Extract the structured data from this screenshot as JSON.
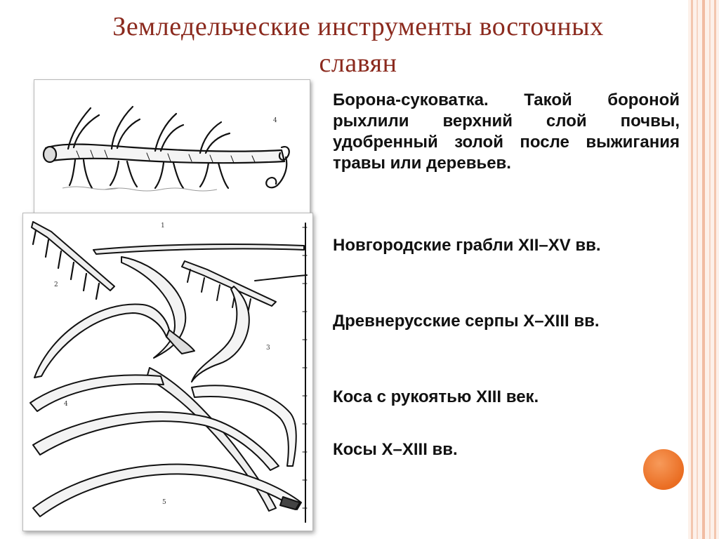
{
  "slide": {
    "title_line1": "Земледельческие инструменты восточных",
    "title_line2": "славян",
    "title_color": "#8b2a1e",
    "accent_color": "#f0803c"
  },
  "text": {
    "harrow": "Борона-суковатка. Такой бороной рыхлили верхний слой почвы, удобренный золой после выжигания травы или деревьев.",
    "rakes": "Новгородские грабли XII–XV вв.",
    "sickles": "Древнерусские серпы X–XIII вв.",
    "scythe_handle": "Коса с рукоятью XIII век.",
    "scythes": "Косы X–XIII вв."
  },
  "figure_top": {
    "label_4": "4"
  },
  "figure_bottom": {
    "label_1": "1",
    "label_2": "2",
    "label_3": "3",
    "label_4": "4",
    "label_5": "5"
  }
}
